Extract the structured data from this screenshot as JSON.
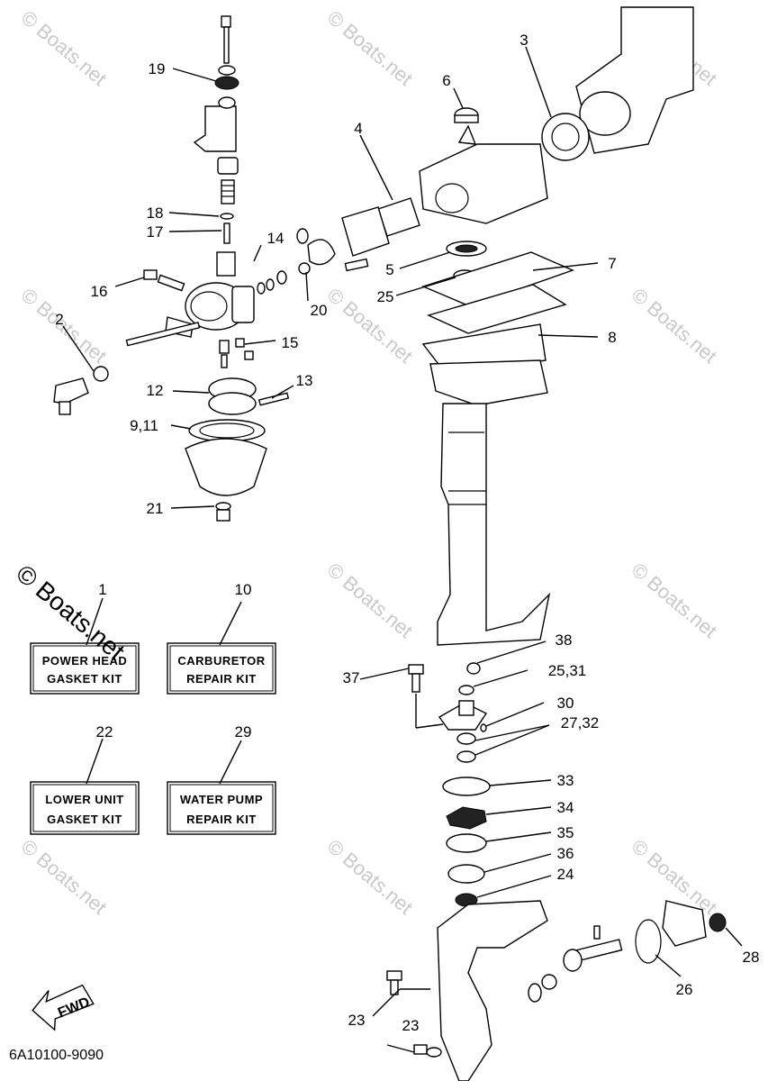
{
  "watermark": {
    "text": "© Boats.net"
  },
  "diagram_code": "6A10100-9090",
  "fwd_label": "FWD",
  "callouts": [
    "1",
    "2",
    "3",
    "4",
    "5",
    "6",
    "7",
    "8",
    "9,11",
    "10",
    "12",
    "13",
    "14",
    "15",
    "16",
    "17",
    "18",
    "19",
    "20",
    "21",
    "22",
    "23",
    "23",
    "24",
    "25",
    "25,31",
    "26",
    "27,32",
    "28",
    "29",
    "30",
    "33",
    "34",
    "35",
    "36",
    "37",
    "38"
  ],
  "kits": [
    {
      "number": "1",
      "line1": "POWER HEAD",
      "line2": "GASKET KIT"
    },
    {
      "number": "10",
      "line1": "CARBURETOR",
      "line2": "REPAIR KIT"
    },
    {
      "number": "22",
      "line1": "LOWER UNIT",
      "line2": "GASKET KIT"
    },
    {
      "number": "29",
      "line1": "WATER PUMP",
      "line2": "REPAIR KIT"
    }
  ]
}
